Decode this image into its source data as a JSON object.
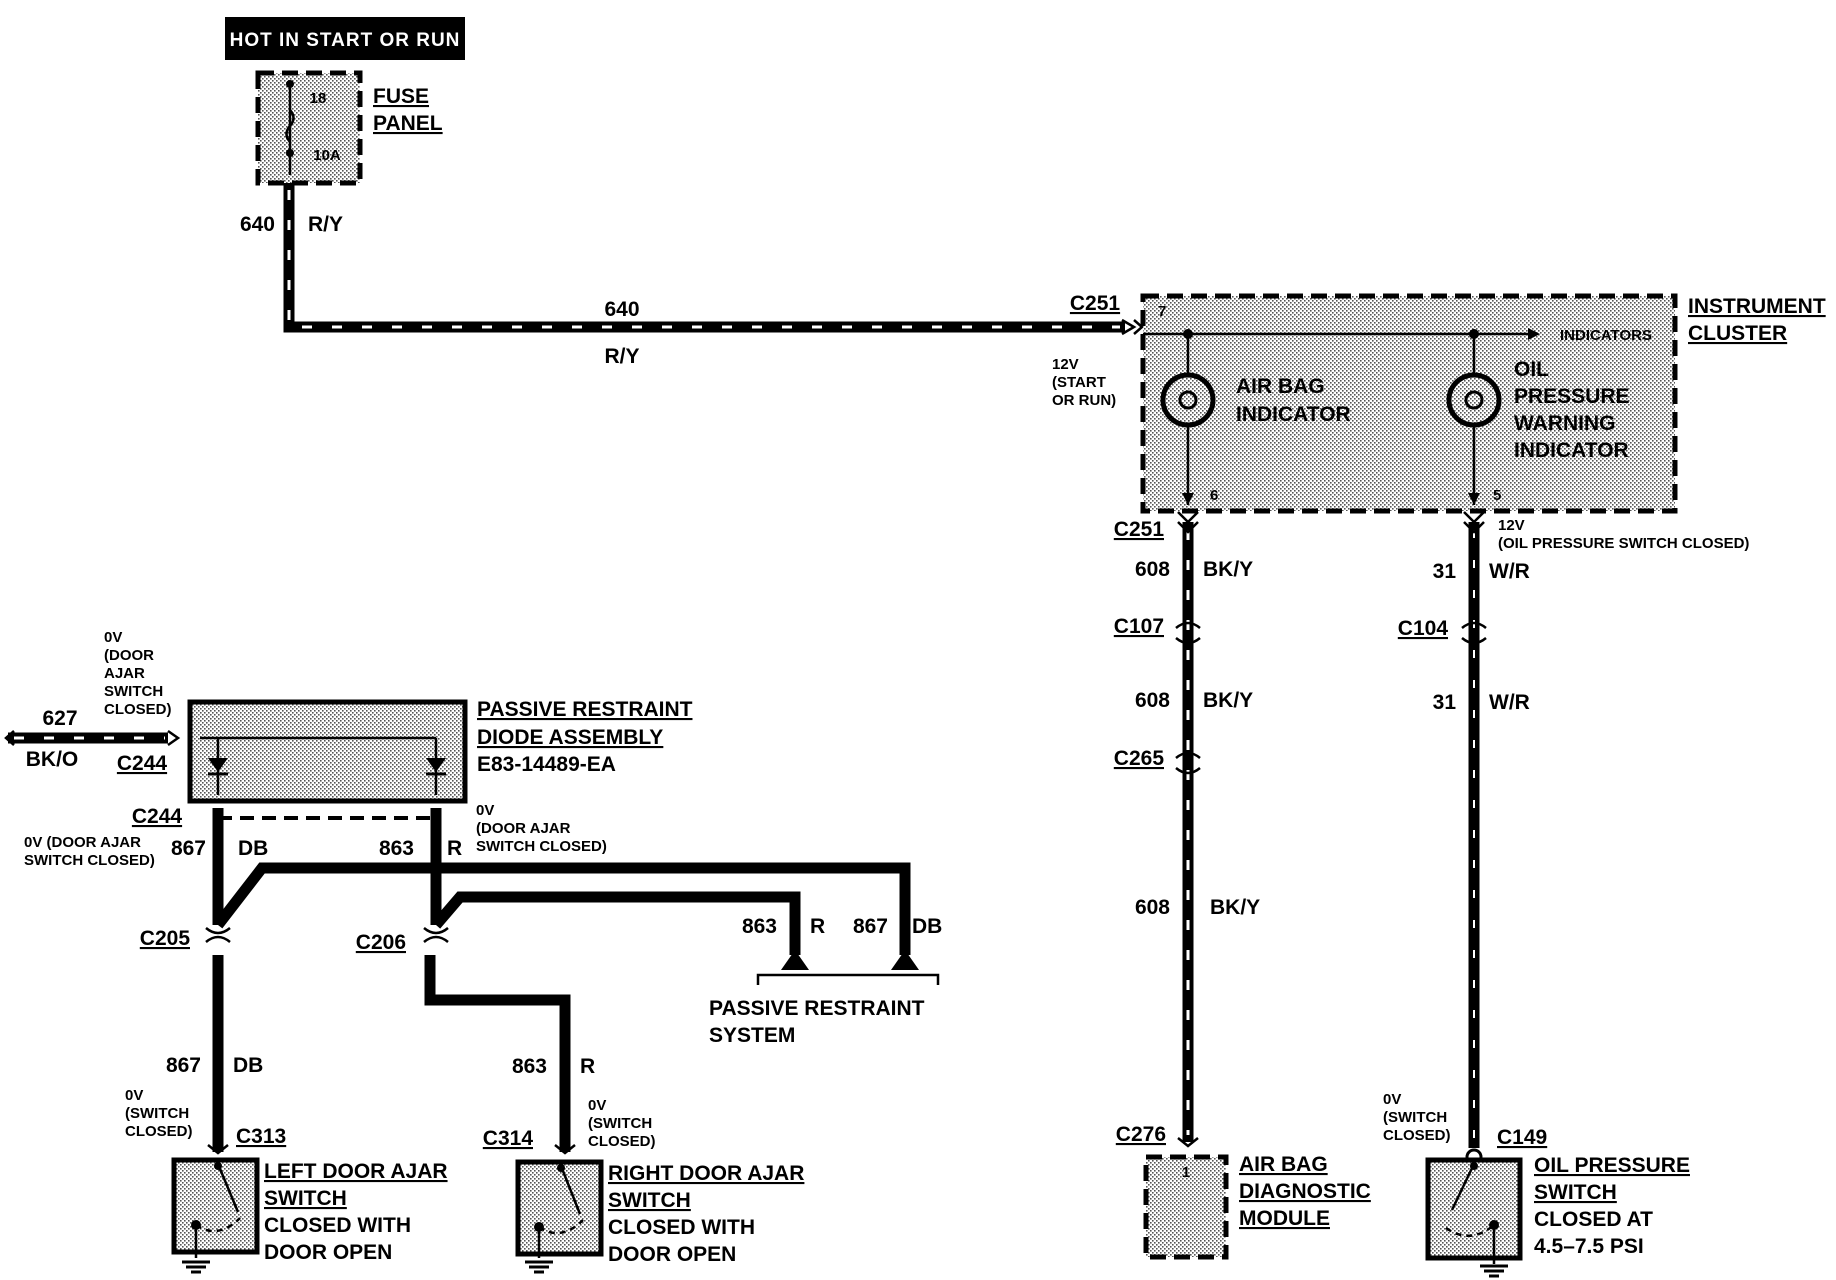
{
  "header": {
    "text": "HOT IN START OR RUN"
  },
  "fuse_panel": {
    "title_1": "FUSE",
    "title_2": "PANEL",
    "fuse_num": "18",
    "fuse_amp": "10A"
  },
  "wire_640": {
    "circuit": "640",
    "color": "R/Y"
  },
  "instrument_cluster": {
    "title_1": "INSTRUMENT",
    "title_2": "CLUSTER",
    "connector": "C251",
    "pin_in": "7",
    "pin_left": "6",
    "pin_right": "5",
    "indicators": "INDICATORS",
    "voltage_1": "12V",
    "voltage_2": "(START",
    "voltage_3": "OR RUN)",
    "airbag_1": "AIR BAG",
    "airbag_2": "INDICATOR",
    "oil_1": "OIL",
    "oil_2": "PRESSURE",
    "oil_3": "WARNING",
    "oil_4": "INDICATOR"
  },
  "left_branch": {
    "connector_top": "C251",
    "c107": "C107",
    "c265": "C265",
    "c276": "C276",
    "circuit": "608",
    "color": "BK/Y",
    "module_1": "AIR BAG",
    "module_2": "DIAGNOSTIC",
    "module_3": "MODULE",
    "module_pin": "1"
  },
  "right_branch": {
    "voltage_1": "12V",
    "voltage_2": "(OIL PRESSURE SWITCH  CLOSED)",
    "c104": "C104",
    "c149": "C149",
    "circuit": "31",
    "color": "W/R",
    "sw_volt_1": "0V",
    "sw_volt_2": "(SWITCH",
    "sw_volt_3": "CLOSED)",
    "switch_1": "OIL PRESSURE",
    "switch_2": "SWITCH",
    "switch_3": "CLOSED AT",
    "switch_4": "4.5–7.5 PSI"
  },
  "diode_assembly": {
    "title_1": "PASSIVE RESTRAINT",
    "title_2": "DIODE  ASSEMBLY",
    "part": "E83-14489-EA",
    "c244_left": "C244",
    "c244_bottom": "C244",
    "wire_in_circuit": "627",
    "wire_in_color": "BK/O",
    "v_left_1": "0V",
    "v_left_2": "(DOOR",
    "v_left_3": "AJAR",
    "v_left_4": "SWITCH",
    "v_left_5": "CLOSED)",
    "v_bl_1": "0V (DOOR AJAR",
    "v_bl_2": "SWITCH  CLOSED)",
    "v_br_1": "0V",
    "v_br_2": "(DOOR AJAR",
    "v_br_3": "SWITCH  CLOSED)"
  },
  "door_circuits": {
    "c867": "867",
    "db": "DB",
    "c863": "863",
    "r": "R",
    "c205": "C205",
    "c206": "C206",
    "c313": "C313",
    "c314": "C314",
    "sw_v_1": "0V",
    "sw_v_2": "(SWITCH",
    "sw_v_3": "CLOSED)"
  },
  "passive_system": {
    "title_1": "PASSIVE RESTRAINT",
    "title_2": "SYSTEM"
  },
  "left_switch": {
    "t1": "LEFT DOOR AJAR",
    "t2": "SWITCH",
    "t3": "CLOSED WITH",
    "t4": "DOOR OPEN"
  },
  "right_switch": {
    "t1": "RIGHT DOOR AJAR",
    "t2": "SWITCH",
    "t3": "CLOSED WITH",
    "t4": "DOOR OPEN"
  }
}
